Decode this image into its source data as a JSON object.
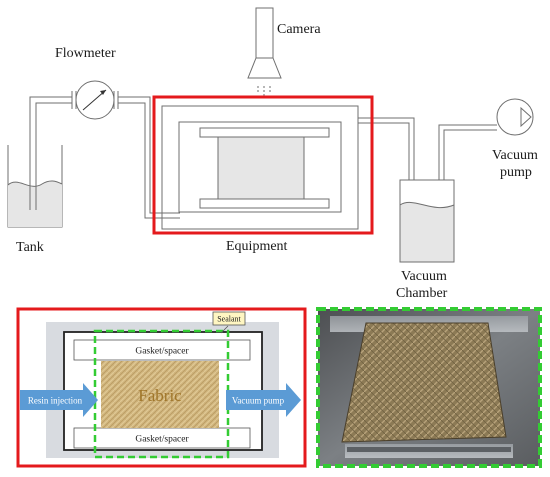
{
  "labels": {
    "camera": "Camera",
    "flowmeter": "Flowmeter",
    "tank": "Tank",
    "equipment": "Equipment",
    "vacuum_pump": [
      "Vacuum",
      "pump"
    ],
    "vacuum_chamber": [
      "Vacuum",
      "Chamber"
    ]
  },
  "inset": {
    "sealant": "Sealant",
    "gasket_top": "Gasket/spacer",
    "gasket_bottom": "Gasket/spacer",
    "fabric": "Fabric",
    "resin_injection": "Resin injection",
    "vacuum_pump": "Vacuum pump"
  },
  "colors": {
    "highlight_red": "#e41a1c",
    "dashed_green": "#33cc33",
    "arrow_blue": "#5b9bd5",
    "fabric_tan": "#d9bd86",
    "fabric_text": "#a0762a",
    "line_gray": "#6f6f6f"
  },
  "icons": {
    "camera": "camera-icon",
    "flowmeter": "flowmeter-gauge-icon",
    "vacuum_pump": "pump-icon",
    "photo": "fabric-sample-photo"
  }
}
